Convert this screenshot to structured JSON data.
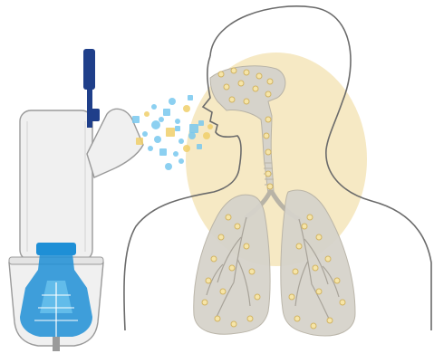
{
  "scene": {
    "subject": "nebulizer-aerosol-delivery-to-lungs",
    "colors": {
      "background": "#ffffff",
      "outline": "#6b6b6b",
      "device_body": "#f0f0f0",
      "device_stroke": "#9a9a9a",
      "dark_blue": "#1f3f8a",
      "blue": "#1e8fd6",
      "light_blue": "#6cc3ee",
      "glow": "#f3e2b0",
      "organ_fill": "#d6d3cb",
      "dot_fill": "#f6e5a8",
      "dot_stroke": "#d2b463",
      "particle_blue": "#78c8ee",
      "particle_yellow": "#f0cf6a"
    },
    "parts": [
      "nebulizer-device",
      "mouthpiece",
      "aerosol-particles",
      "head-silhouette",
      "airway",
      "lungs",
      "glow"
    ]
  }
}
